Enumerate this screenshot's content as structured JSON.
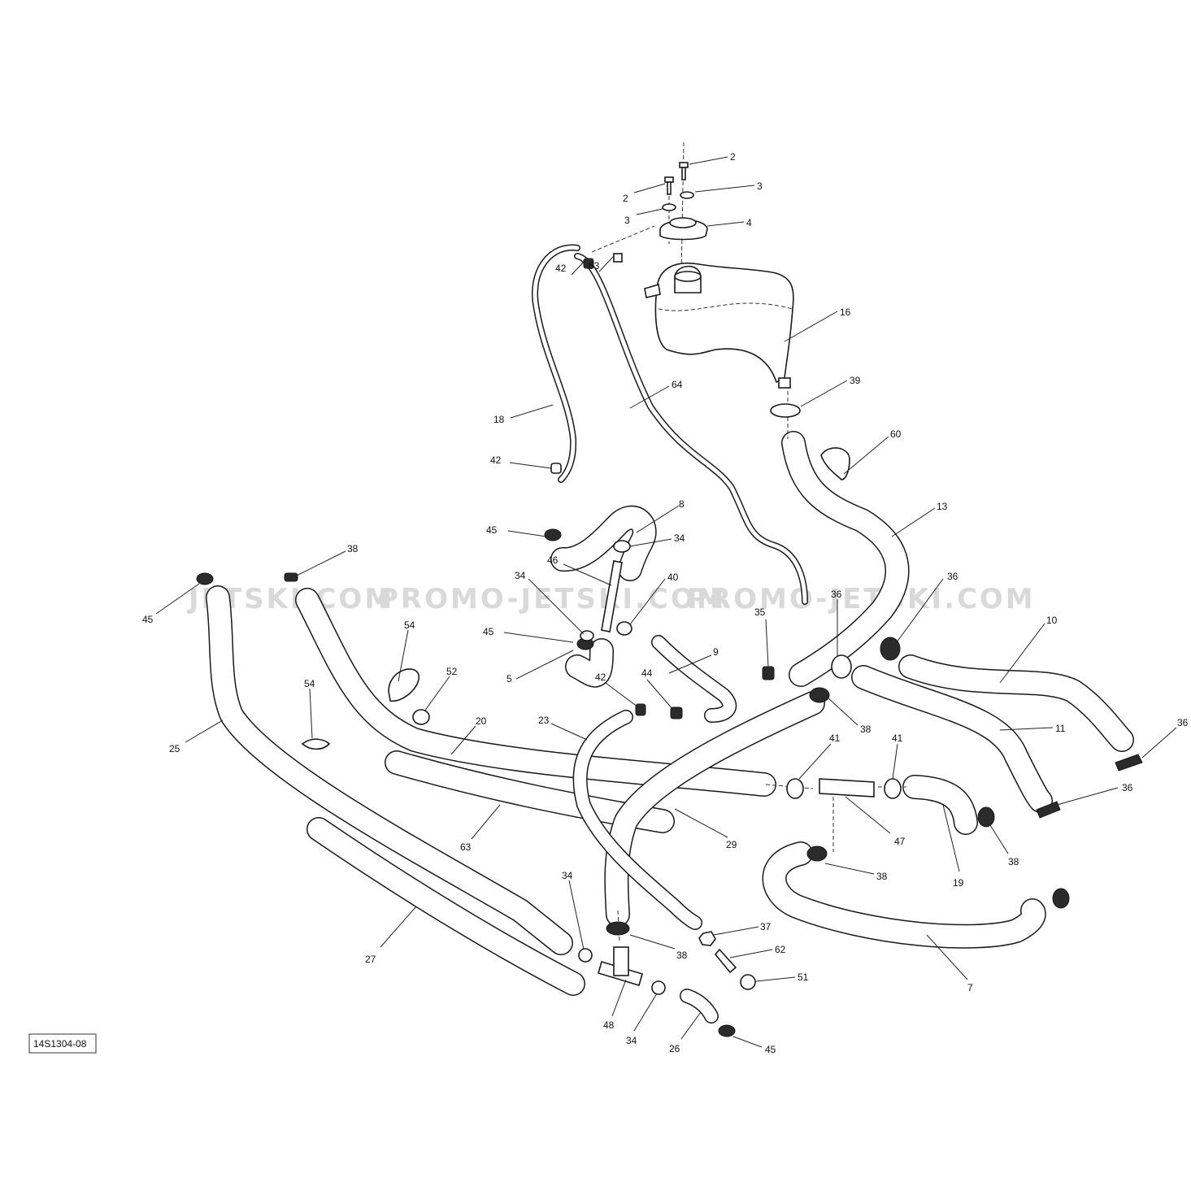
{
  "diagram": {
    "reference_code": "14S1304-08",
    "watermarks": [
      "JETSKI.COM",
      "PROMO-JETSKI.COM",
      "PROMO-JETSKI.COM"
    ],
    "callouts": [
      "2",
      "2",
      "3",
      "3",
      "4",
      "42",
      "53",
      "16",
      "39",
      "60",
      "18",
      "64",
      "42",
      "45",
      "8",
      "13",
      "38",
      "34",
      "46",
      "40",
      "45",
      "34",
      "36",
      "36",
      "10",
      "35",
      "45",
      "54",
      "52",
      "5",
      "9",
      "54",
      "42",
      "44",
      "25",
      "20",
      "23",
      "38",
      "36",
      "11",
      "41",
      "41",
      "36",
      "63",
      "29",
      "47",
      "19",
      "38",
      "38",
      "34",
      "37",
      "62",
      "38",
      "51",
      "7",
      "27",
      "48",
      "34",
      "26",
      "45"
    ]
  }
}
